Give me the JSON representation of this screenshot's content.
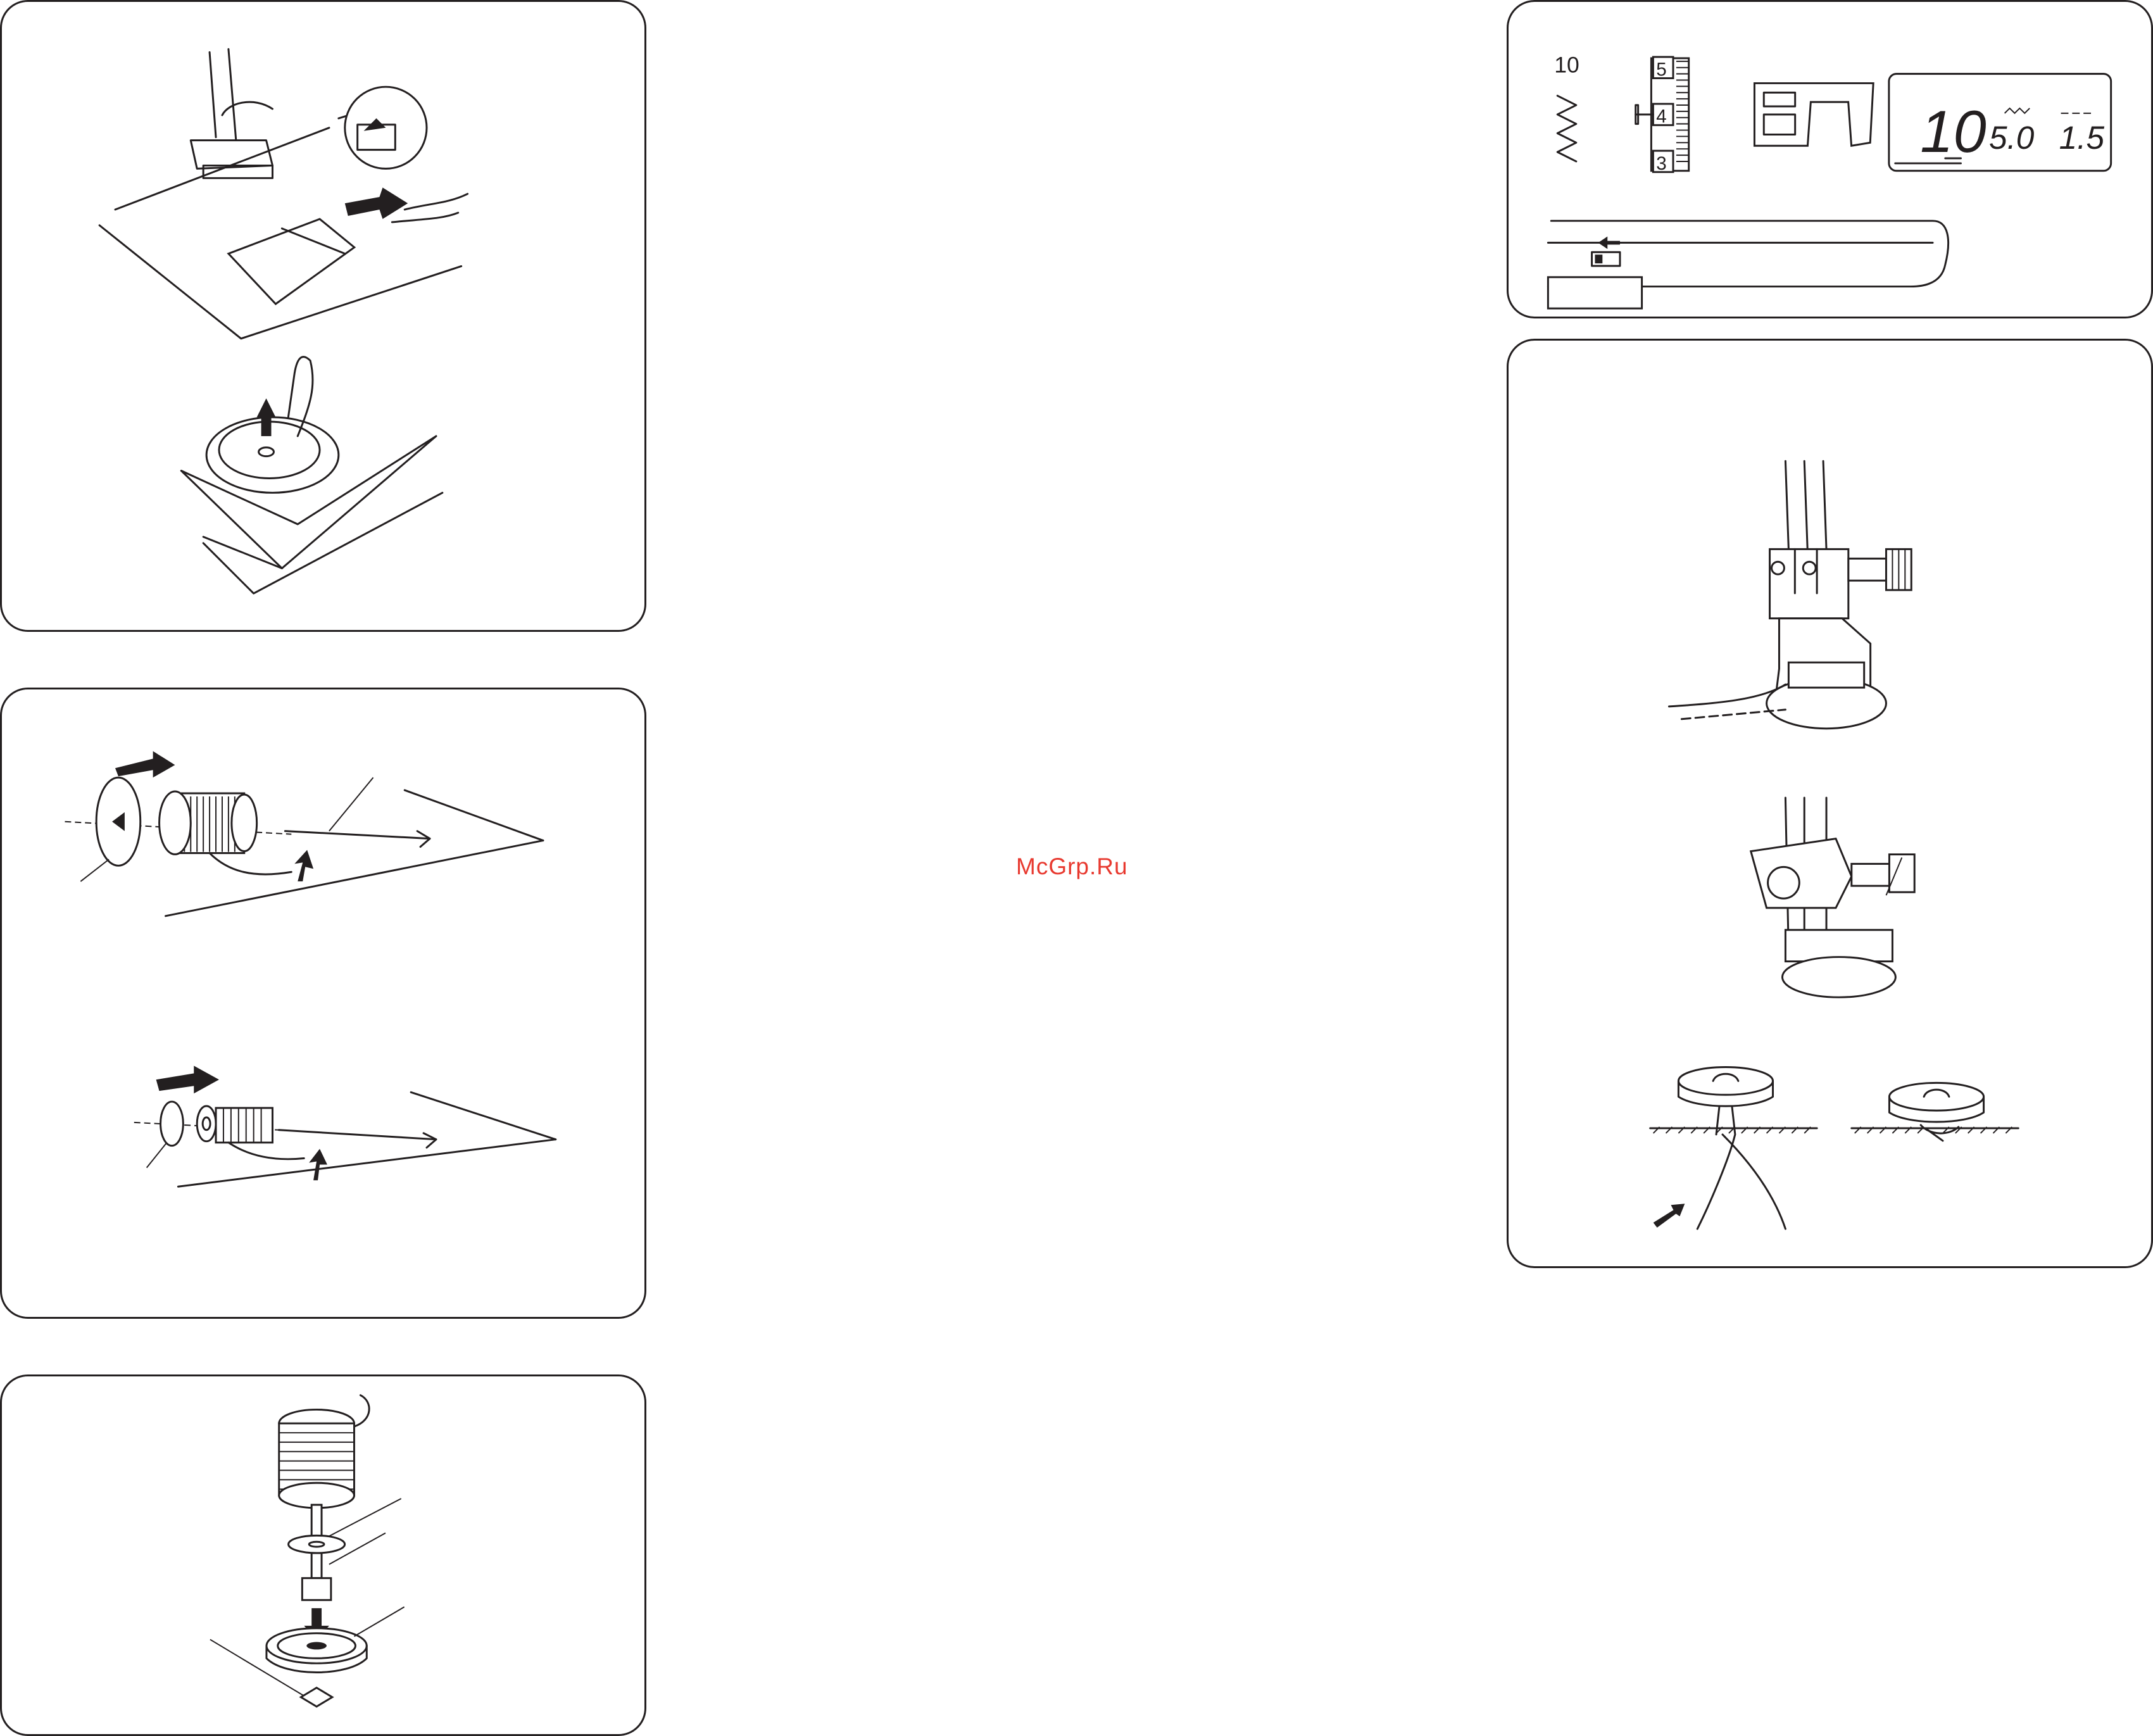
{
  "watermark": "McGrp.Ru",
  "settings_panel": {
    "pattern_number": "10",
    "dial_numbers": [
      "5",
      "4",
      "3"
    ],
    "lcd_pattern": "10",
    "lcd_width": "5.0",
    "lcd_length": "1.5"
  }
}
